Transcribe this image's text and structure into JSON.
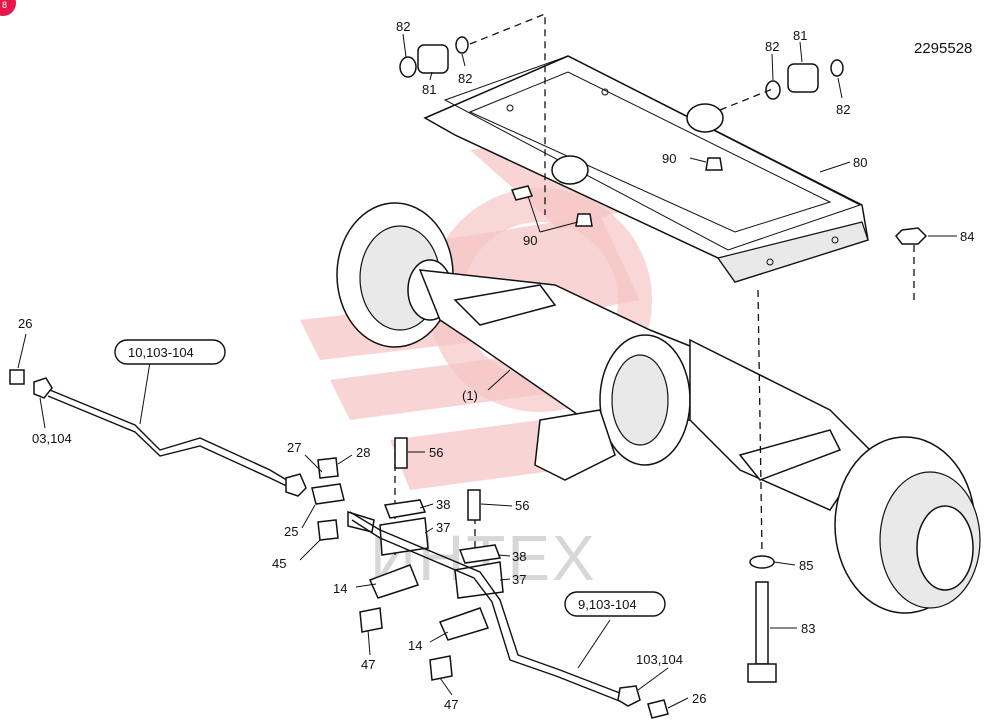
{
  "drawing": {
    "doc_number": "2295528",
    "watermark_text": "ИНТЕХ",
    "badge_glyph": "8"
  },
  "callouts": {
    "c82a": "82",
    "c81a": "81",
    "c82b": "82",
    "c82c": "82",
    "c81b": "81",
    "c82d": "82",
    "c90a": "90",
    "c80": "80",
    "c90b": "90",
    "c84": "84",
    "c26a": "26",
    "c03_104": "03,104",
    "c10_103": "10,103-104",
    "c1": "(1)",
    "c27": "27",
    "c28": "28",
    "c56a": "56",
    "c38a": "38",
    "c37a": "37",
    "c56b": "56",
    "c25": "25",
    "c45": "45",
    "c38b": "38",
    "c37b": "37",
    "c14a": "14",
    "c47a": "47",
    "c14b": "14",
    "c47b": "47",
    "c9_103": "9,103-104",
    "c103_104": "103,104",
    "c26b": "26",
    "c85": "85",
    "c83": "83"
  },
  "colors": {
    "watermark": "#f6c6c6",
    "badge": "#e8174a",
    "ink": "#111111"
  }
}
